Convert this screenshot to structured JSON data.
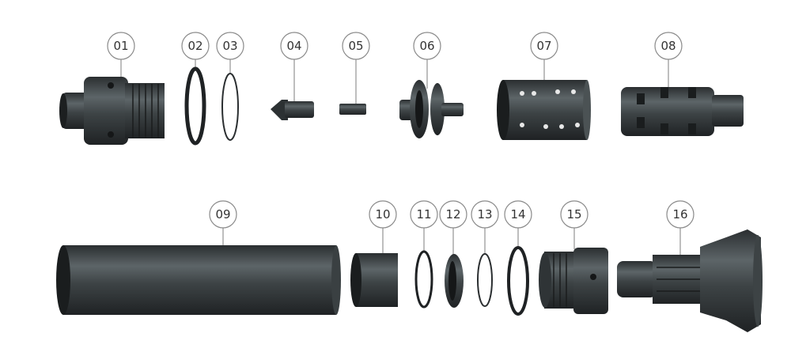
{
  "diagram": {
    "type": "exploded-parts-view",
    "colors": {
      "part_dark": "#2c3133",
      "part_mid": "#5d6568",
      "callout_stroke": "#8a8a8a"
    },
    "callouts": [
      "01",
      "02",
      "03",
      "04",
      "05",
      "06",
      "07",
      "08",
      "09",
      "10",
      "11",
      "12",
      "13",
      "14",
      "15",
      "16"
    ]
  }
}
